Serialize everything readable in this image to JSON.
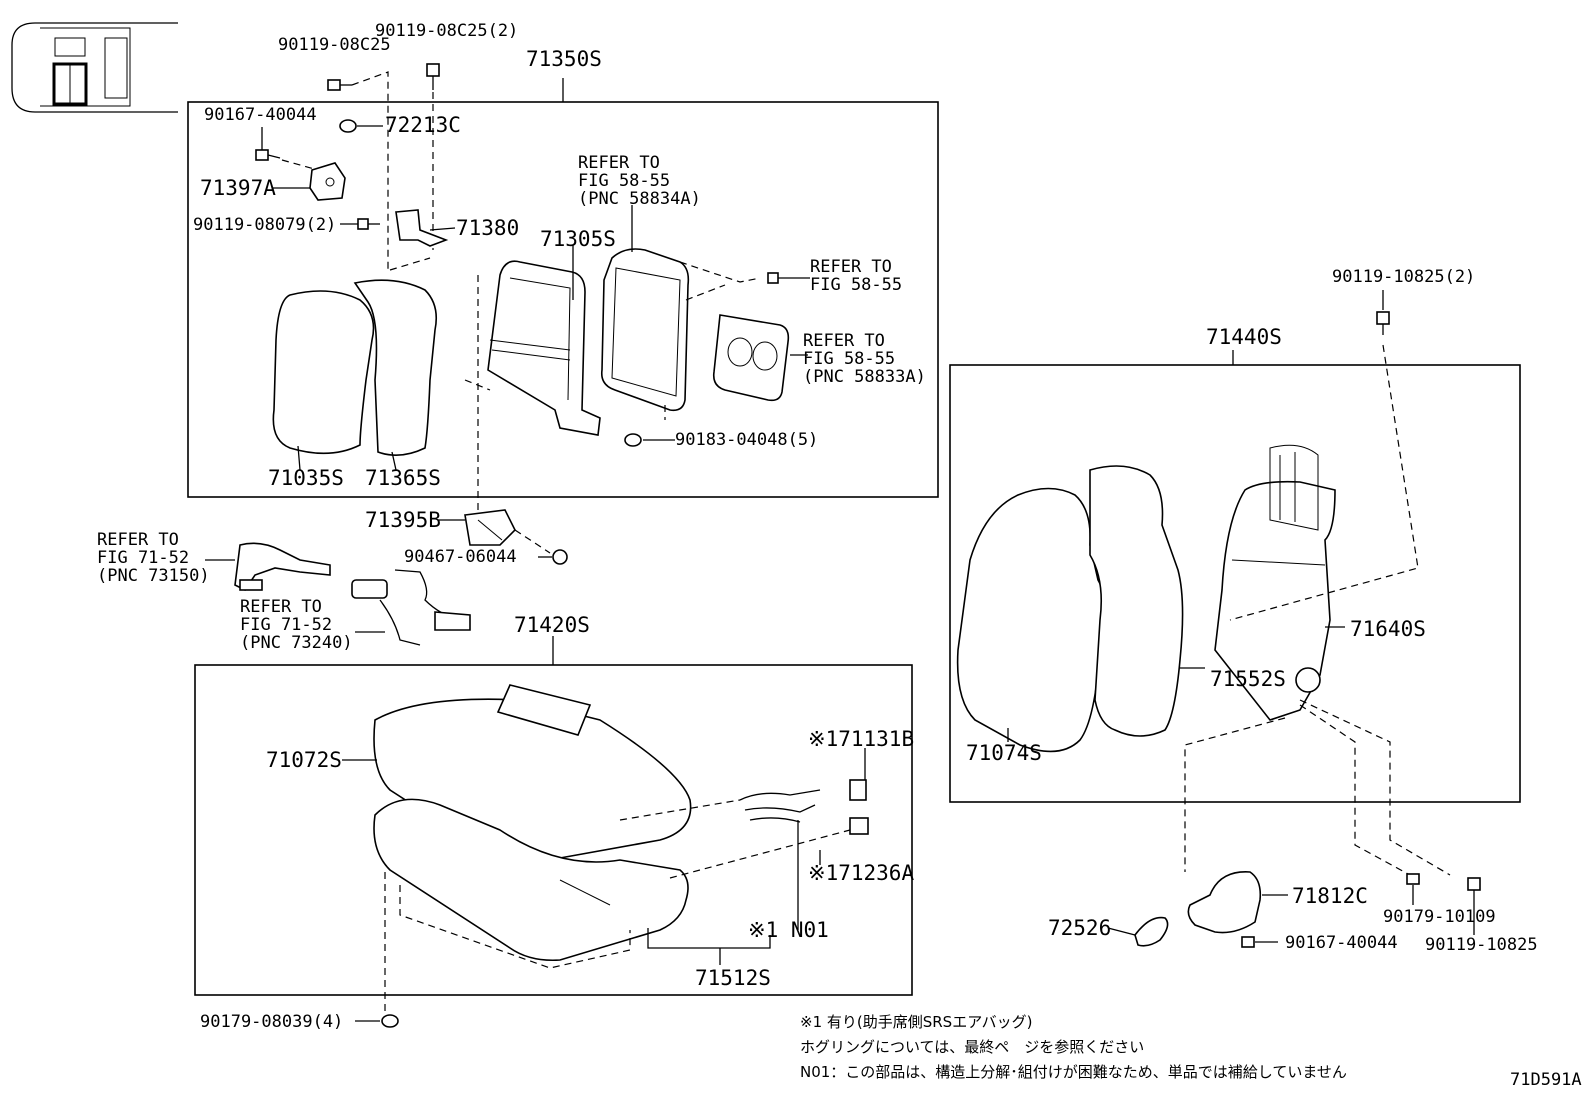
{
  "labels": {
    "p90119_08c25": "90119-08C25",
    "p90119_08c25_2": "90119-08C25(2)",
    "p71350s": "71350S",
    "p90167_40044_top": "90167-40044",
    "p72213c": "72213C",
    "p71397a": "71397A",
    "p90119_08079_2": "90119-08079(2)",
    "p71380": "71380",
    "refer_58834a_1": "REFER TO",
    "refer_58834a_2": "FIG 58-55",
    "refer_58834a_3": "(PNC 58834A)",
    "p71305s": "71305S",
    "refer_5855_1": "REFER TO",
    "refer_5855_2": "FIG 58-55",
    "refer_58833a_1": "REFER TO",
    "refer_58833a_2": "FIG 58-55",
    "refer_58833a_3": "(PNC 58833A)",
    "p90183_04048_5": "90183-04048(5)",
    "p71035s": "71035S",
    "p71365s": "71365S",
    "p71395b": "71395B",
    "p90467_06044": "90467-06044",
    "refer_73150_1": "REFER TO",
    "refer_73150_2": "FIG 71-52",
    "refer_73150_3": "(PNC 73150)",
    "refer_73240_1": "REFER TO",
    "refer_73240_2": "FIG 71-52",
    "refer_73240_3": "(PNC 73240)",
    "p71420s": "71420S",
    "p71072s": "71072S",
    "p71131b": "※171131B",
    "p71236a": "※171236A",
    "pn01": "※1 N01",
    "p71512s": "71512S",
    "p90179_08039_4": "90179-08039(4)",
    "p90119_10825_2": "90119-10825(2)",
    "p71440s": "71440S",
    "p71640s": "71640S",
    "p71552s": "71552S",
    "p71074s": "71074S",
    "p71812c": "71812C",
    "p72526": "72526",
    "p90179_10109": "90179-10109",
    "p90167_40044_bot": "90167-40044",
    "p90119_10825": "90119-10825"
  },
  "notes": {
    "line1": "※1 有り(助手席側SRSエアバッグ)",
    "line2": "ホグリングについては、最終ペ　ジを参照ください",
    "line3": "N01：この部品は、構造上分解･組付けが困難なため、単品では補給していません"
  },
  "figure_id": "71D591A"
}
